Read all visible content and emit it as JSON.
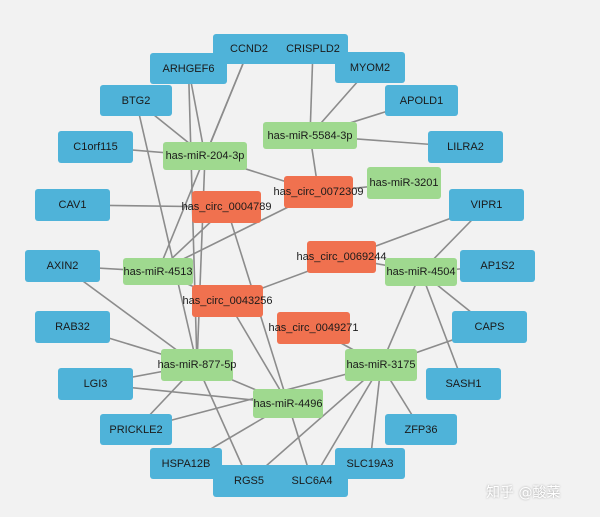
{
  "colors": {
    "gene": "#4fb3d9",
    "mirna": "#9fd98f",
    "circ": "#f0714f",
    "edge": "#8c8c8c"
  },
  "nodes": {
    "ccnd2": "CCND2",
    "crispld2": "CRISPLD2",
    "arhgef6": "ARHGEF6",
    "myom2": "MYOM2",
    "btg2": "BTG2",
    "apold1": "APOLD1",
    "c1orf115": "C1orf115",
    "lilra2": "LILRA2",
    "cav1": "CAV1",
    "vipr1": "VIPR1",
    "axin2": "AXIN2",
    "ap1s2": "AP1S2",
    "rab32": "RAB32",
    "caps": "CAPS",
    "lgi3": "LGI3",
    "sash1": "SASH1",
    "prickle2": "PRICKLE2",
    "zfp36": "ZFP36",
    "hspa12b": "HSPA12B",
    "slc19a3": "SLC19A3",
    "rgs5": "RGS5",
    "slc6a4": "SLC6A4",
    "mir5584": "has-miR-5584-3p",
    "mir204": "has-miR-204-3p",
    "mir3201": "has-miR-3201",
    "mir4513": "has-miR-4513",
    "mir4504": "has-miR-4504",
    "mir877": "has-miR-877-5p",
    "mir3175": "has-miR-3175",
    "mir4496": "has-miR-4496",
    "circ0072309": "has_circ_0072309",
    "circ0004789": "has_circ_0004789",
    "circ0069244": "has_circ_0069244",
    "circ0043256": "has_circ_0043256",
    "circ0049271": "has_circ_0049271"
  },
  "edges": [
    [
      "mir204",
      "arhgef6"
    ],
    [
      "mir204",
      "ccnd2"
    ],
    [
      "mir204",
      "btg2"
    ],
    [
      "mir204",
      "c1orf115"
    ],
    [
      "mir204",
      "circ0072309"
    ],
    [
      "mir204",
      "mir877"
    ],
    [
      "mir5584",
      "crispld2"
    ],
    [
      "mir5584",
      "myom2"
    ],
    [
      "mir5584",
      "apold1"
    ],
    [
      "mir5584",
      "lilra2"
    ],
    [
      "mir5584",
      "circ0072309"
    ],
    [
      "circ0072309",
      "mir3201"
    ],
    [
      "circ0072309",
      "mir4513"
    ],
    [
      "circ0004789",
      "cav1"
    ],
    [
      "circ0004789",
      "mir4513"
    ],
    [
      "circ0069244",
      "mir4504"
    ],
    [
      "mir4504",
      "vipr1"
    ],
    [
      "mir4504",
      "ap1s2"
    ],
    [
      "mir4504",
      "caps"
    ],
    [
      "mir4504",
      "sash1"
    ],
    [
      "mir4504",
      "mir3175"
    ],
    [
      "mir4513",
      "ccnd2"
    ],
    [
      "mir4513",
      "axin2"
    ],
    [
      "circ0043256",
      "mir4513"
    ],
    [
      "circ0043256",
      "vipr1"
    ],
    [
      "circ0043256",
      "mir4496"
    ],
    [
      "circ0049271",
      "mir3175"
    ],
    [
      "mir877",
      "btg2"
    ],
    [
      "mir877",
      "arhgef6"
    ],
    [
      "mir877",
      "axin2"
    ],
    [
      "mir877",
      "rab32"
    ],
    [
      "mir877",
      "lgi3"
    ],
    [
      "mir877",
      "prickle2"
    ],
    [
      "mir877",
      "rgs5"
    ],
    [
      "mir3175",
      "caps"
    ],
    [
      "mir3175",
      "zfp36"
    ],
    [
      "mir3175",
      "slc19a3"
    ],
    [
      "mir3175",
      "slc6a4"
    ],
    [
      "mir3175",
      "rgs5"
    ],
    [
      "mir3175",
      "prickle2"
    ],
    [
      "mir4496",
      "hspa12b"
    ],
    [
      "mir4496",
      "slc6a4"
    ],
    [
      "mir4496",
      "lgi3"
    ],
    [
      "mir4496",
      "mir877"
    ],
    [
      "mir4496",
      "circ0004789"
    ]
  ],
  "watermark": "知乎 @酸菜"
}
